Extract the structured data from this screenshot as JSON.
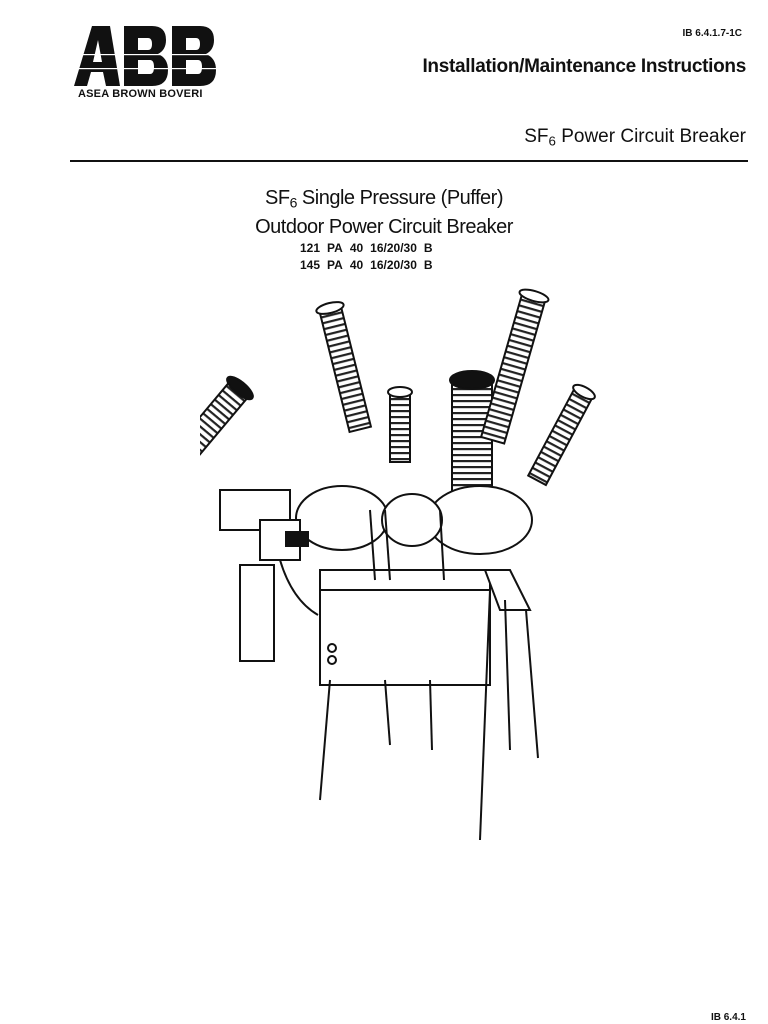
{
  "logo": {
    "text": "ABB",
    "tagline": "ASEA BROWN BOVERI"
  },
  "header": {
    "doc_code": "IB 6.4.1.7-1C",
    "title": "Installation/Maintenance Instructions"
  },
  "section": {
    "prefix": "SF",
    "subscript": "6",
    "rest": " Power Circuit Breaker"
  },
  "main": {
    "line1_prefix": "SF",
    "line1_subscript": "6",
    "line1_rest": " Single Pressure (Puffer)",
    "line2": "Outdoor Power Circuit Breaker",
    "models": [
      [
        "121",
        "PA",
        "40",
        "16/20/30",
        "B"
      ],
      [
        "145",
        "PA",
        "40",
        "16/20/30",
        "B"
      ]
    ]
  },
  "photo": {
    "icon": "circuit-breaker-illustration"
  },
  "footer": {
    "code": "IB 6.4.1"
  }
}
